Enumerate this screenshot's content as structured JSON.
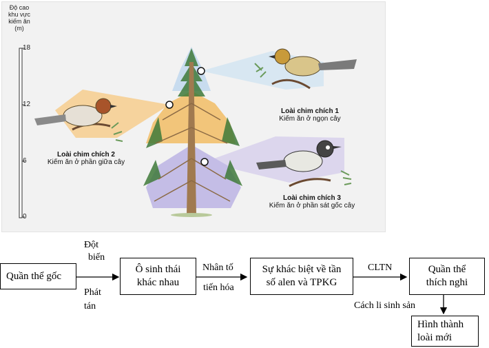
{
  "figure": {
    "axis_title_lines": [
      "Độ cao",
      "khu vực",
      "kiếm ăn",
      "(m)"
    ],
    "axis_ticks": [
      "18",
      "12",
      "6",
      "0"
    ],
    "birds": [
      {
        "name": "Loài chim chích 1",
        "desc": "Kiếm ăn ở ngọn cây"
      },
      {
        "name": "Loài chim chích 2",
        "desc": "Kiếm ăn ở phần giữa cây"
      },
      {
        "name": "Loài chim chích 3",
        "desc": "Kiếm ăn ở phần sát gốc cây"
      }
    ],
    "zone_colors": {
      "top": "#c8dcef",
      "middle": "#f2c57a",
      "bottom": "#c4bde6"
    }
  },
  "flow": {
    "boxes": {
      "original_population": "Quần thể gốc",
      "different_niches": [
        "Ô sinh thái",
        "khác nhau"
      ],
      "allele_difference": [
        "Sự khác biệt về tần",
        "số alen và TPKG"
      ],
      "adapted_population": [
        "Quần thể",
        "thích nghi"
      ],
      "new_species": [
        "Hình thành",
        "loài mới"
      ]
    },
    "labels": {
      "mutation": [
        "Đột",
        "biến"
      ],
      "migration": [
        "Phát",
        "tán"
      ],
      "evolution_factor": [
        "Nhân tố",
        "tiến hóa"
      ],
      "natural_selection": "CLTN",
      "reproductive_isolation": "Cách li sinh sản"
    }
  }
}
